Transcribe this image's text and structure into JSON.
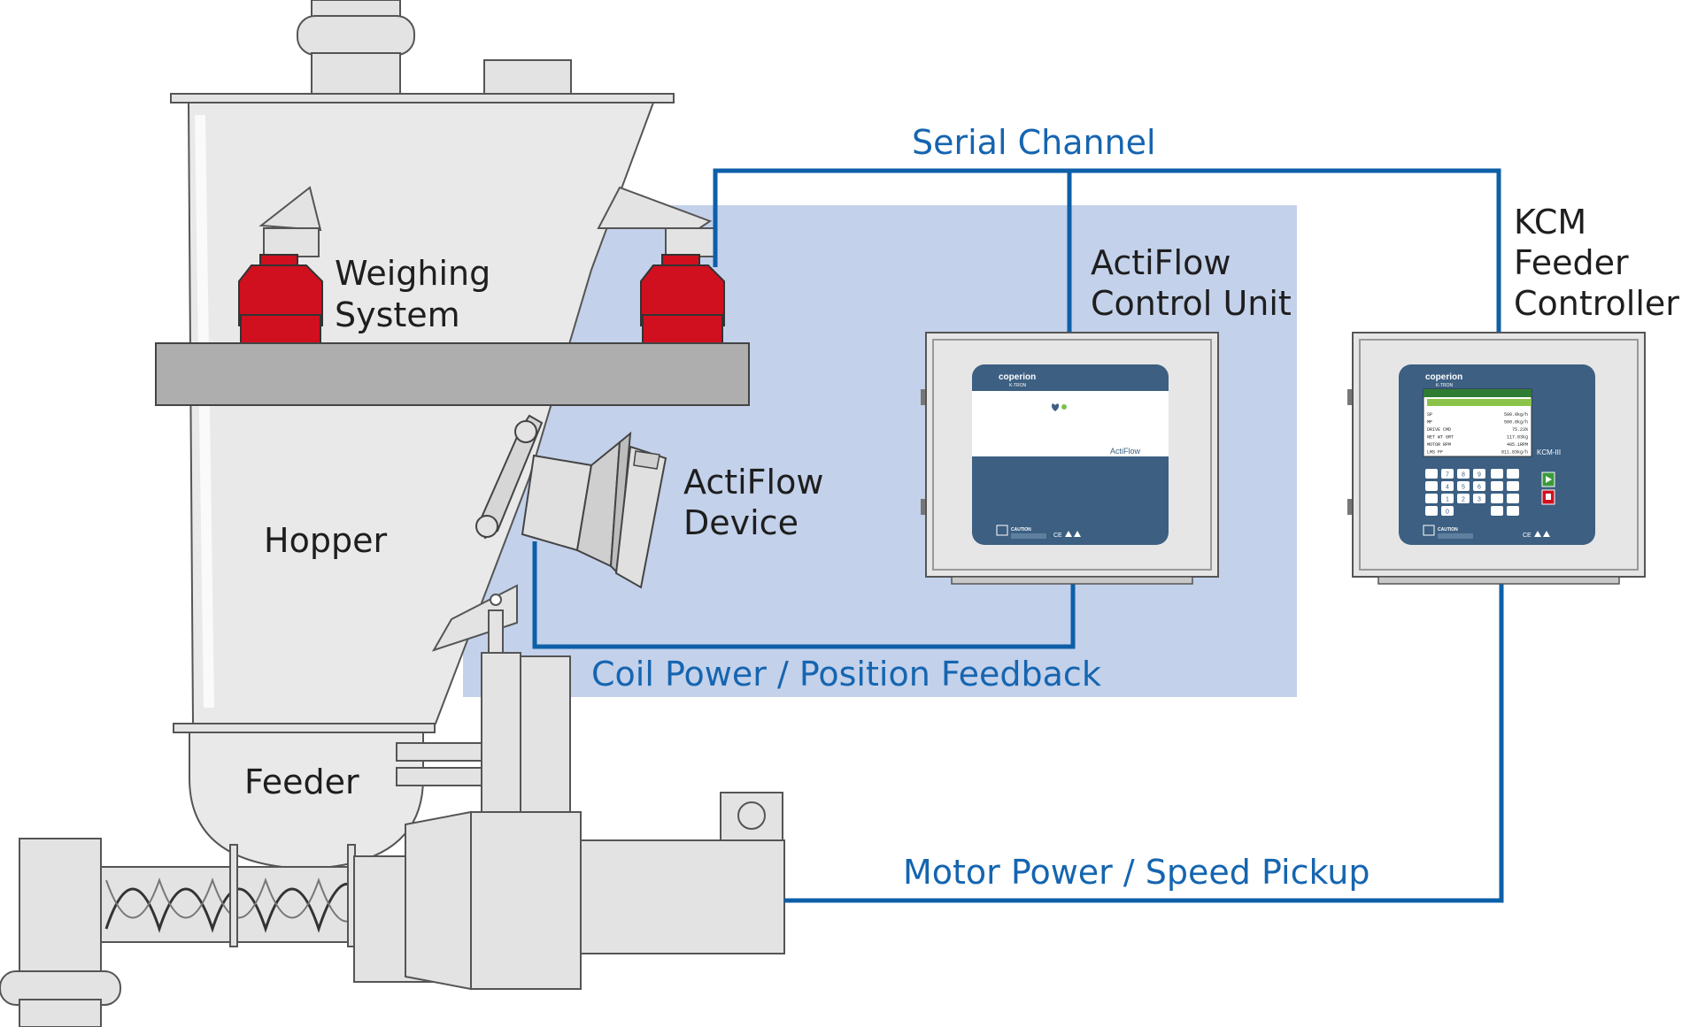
{
  "colors": {
    "wire": "#0d5fa8",
    "label_blue": "#1565b0",
    "zone_fill": "#c3d1ea",
    "red_cell": "#d0101f",
    "steel": "#e3e3e3",
    "steel_dark": "#5b5b5b",
    "screen_navy": "#3c5f82"
  },
  "labels": {
    "serial_channel": "Serial Channel",
    "coil_power": "Coil Power / Position Feedback",
    "motor_power": "Motor Power / Speed Pickup",
    "weighing_1": "Weighing",
    "weighing_2": "System",
    "hopper": "Hopper",
    "feeder": "Feeder",
    "device_1": "ActiFlow",
    "device_2": "Device",
    "control_1": "ActiFlow",
    "control_2": "Control Unit",
    "kcm_1": "KCM",
    "kcm_2": "Feeder",
    "kcm_3": "Controller"
  },
  "actiflow_unit": {
    "brand": "coperion",
    "brand_sub": "K-TRON",
    "product": "ActiFlow",
    "caution": "CAUTION"
  },
  "kcm_unit": {
    "brand": "coperion",
    "brand_sub": "K-TRON",
    "model": "KCM-III",
    "caution": "CAUTION",
    "screen_rows": [
      {
        "name": "SP",
        "value": "500.0kg/h"
      },
      {
        "name": "MF",
        "value": "500.0kg/h"
      },
      {
        "name": "DRIVE CMD",
        "value": "75.23%"
      },
      {
        "name": "NET WT GRT",
        "value": "117.83kg"
      },
      {
        "name": "MOTOR RPM",
        "value": "405.1RPM"
      },
      {
        "name": "LMS FF",
        "value": "811.83kg/h"
      }
    ],
    "keys": [
      "7",
      "8",
      "9",
      "4",
      "5",
      "6",
      "1",
      "2",
      "3",
      "0"
    ]
  },
  "icons": [
    "serial-channel-wire",
    "coil-power-wire",
    "motor-power-wire",
    "start-icon",
    "stop-icon"
  ]
}
